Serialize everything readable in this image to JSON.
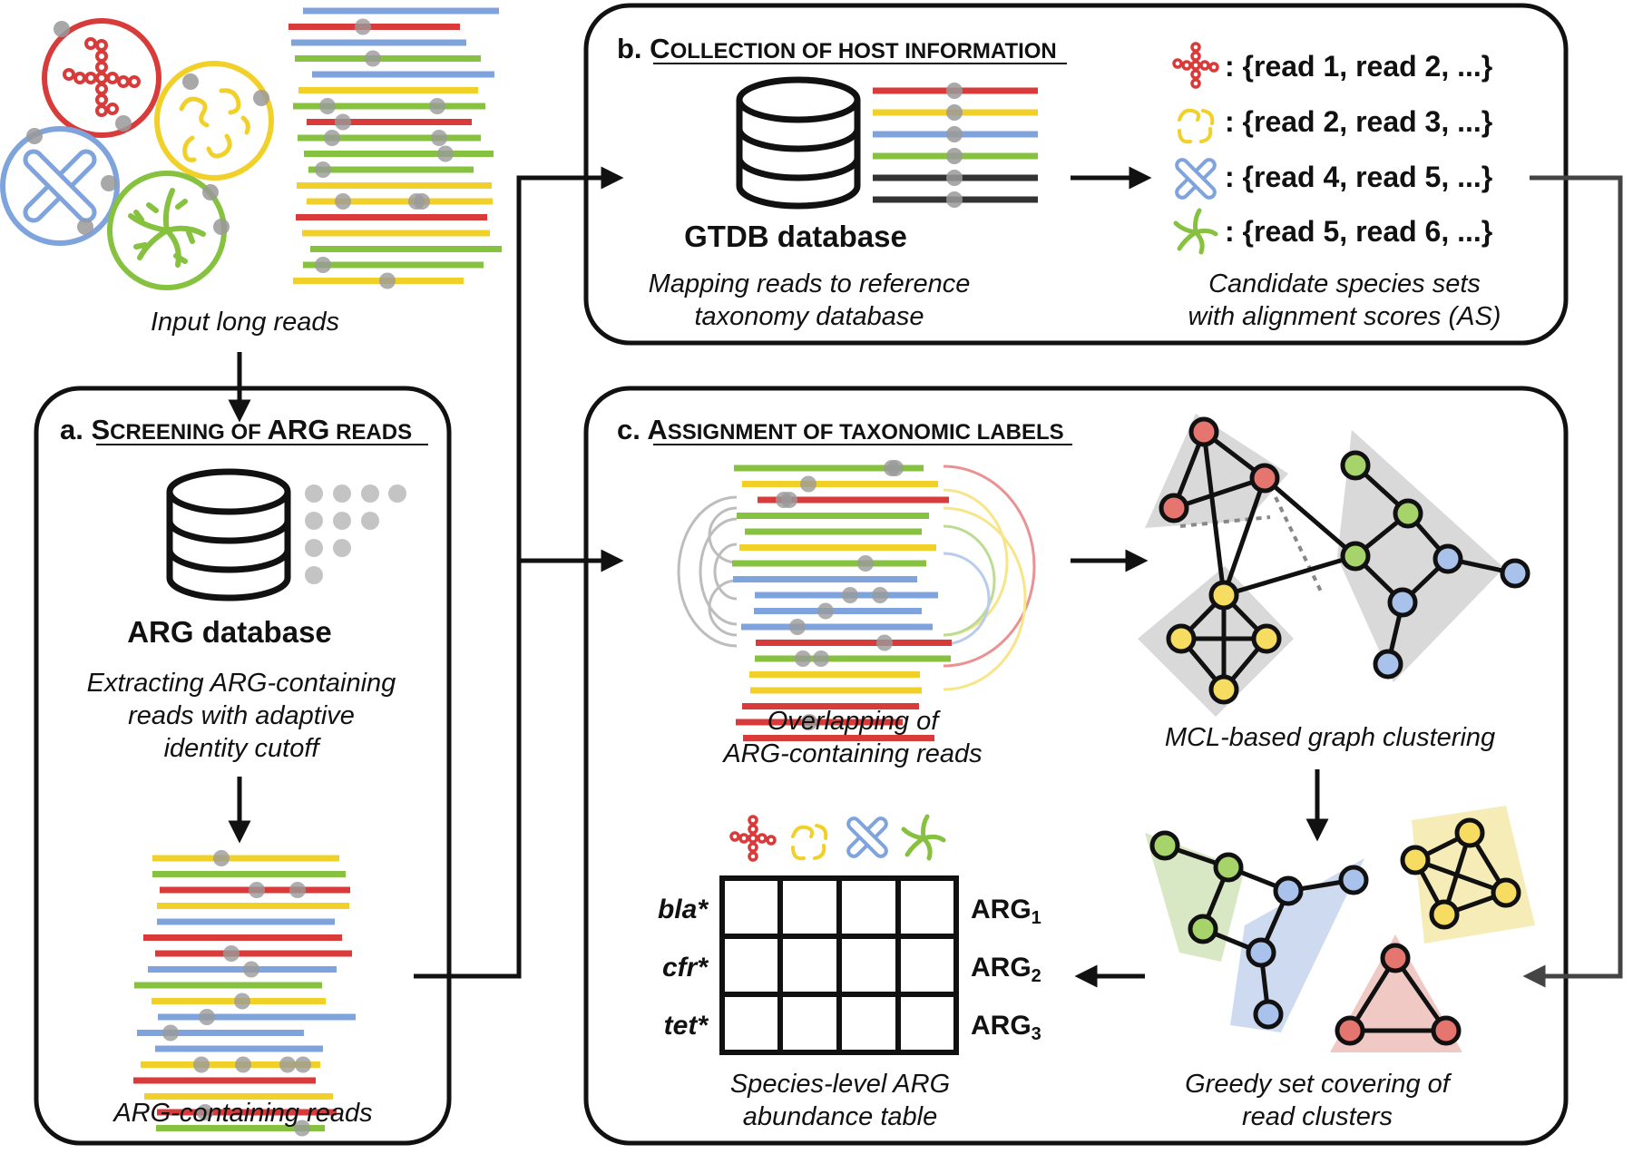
{
  "colors": {
    "red": "#d93a3a",
    "yellow": "#f2d02a",
    "blue": "#7fa3dc",
    "green": "#86c13f",
    "dark": "#333333",
    "dot": "#9a9a9a",
    "hull_gray": "#d9d9d9",
    "hull_green": "#d9e8c4",
    "hull_blue": "#cddaf0",
    "hull_yellow": "#f6ecb8",
    "hull_red": "#f1c9c4"
  },
  "input": {
    "caption": "Input long reads"
  },
  "panel_a": {
    "letter": "a.",
    "title_words": [
      {
        "cap": "S",
        "rest": "CREENING"
      },
      {
        "cap": "",
        "rest": "OF"
      },
      {
        "cap": "ARG",
        "rest": ""
      },
      {
        "cap": "",
        "rest": "READS"
      }
    ],
    "db_label": "ARG database",
    "description": [
      "Extracting ARG-containing",
      "reads with adaptive",
      "identity cutoff"
    ],
    "reads_caption": "ARG-containing reads"
  },
  "panel_b": {
    "letter": "b.",
    "title_words": [
      {
        "cap": "C",
        "rest": "OLLECTION"
      },
      {
        "cap": "",
        "rest": "OF"
      },
      {
        "cap": "",
        "rest": "HOST"
      },
      {
        "cap": "",
        "rest": "INFORMATION"
      }
    ],
    "db_label": "GTDB database",
    "mapping_caption": [
      "Mapping reads to reference",
      "taxonomy database"
    ],
    "species_sets": [
      {
        "icon": "red-cocci-icon",
        "text": ": {read 1, read 2, ...}"
      },
      {
        "icon": "yellow-spirilla-icon",
        "text": ": {read 2, read 3, ...}"
      },
      {
        "icon": "blue-bacilli-icon",
        "text": ": {read 4, read 5, ...}"
      },
      {
        "icon": "green-branched-icon",
        "text": ": {read 5, read 6, ...}"
      }
    ],
    "sets_caption": [
      "Candidate species sets",
      "with alignment scores (AS)"
    ]
  },
  "panel_c": {
    "letter": "c.",
    "title_words": [
      {
        "cap": "A",
        "rest": "SSIGNMENT"
      },
      {
        "cap": "",
        "rest": "OF"
      },
      {
        "cap": "",
        "rest": "TAXONOMIC"
      },
      {
        "cap": "",
        "rest": "LABELS"
      }
    ],
    "overlap_caption": [
      "Overlapping of",
      "ARG-containing reads"
    ],
    "mcl_caption": "MCL-based graph clustering",
    "greedy_caption": [
      "Greedy set covering of",
      "read clusters"
    ],
    "table_caption": [
      "Species-level ARG",
      "abundance table"
    ],
    "table_rows": [
      {
        "gene": "bla*",
        "arg": "ARG",
        "sub": "1"
      },
      {
        "gene": "cfr*",
        "arg": "ARG",
        "sub": "2"
      },
      {
        "gene": "tet*",
        "arg": "ARG",
        "sub": "3"
      }
    ]
  }
}
